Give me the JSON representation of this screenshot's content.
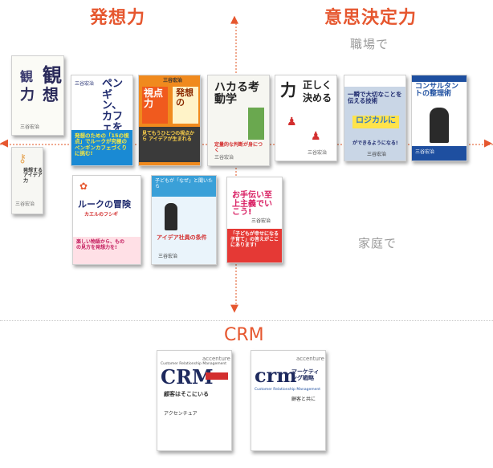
{
  "headings": {
    "hasso": "発想力",
    "ishi": "意思決定力",
    "crm": "CRM"
  },
  "axis_labels": {
    "work": "職場で",
    "home": "家庭で"
  },
  "books": {
    "kanso": {
      "title_a": "観",
      "title_b": "想",
      "title_c": "力",
      "sub": "三谷宏治"
    },
    "hasso_aidea": {
      "title": "発想する アイデア力",
      "sub": "三谷宏治"
    },
    "penguin": {
      "title": "ペンギン、カフェをつくる",
      "banner": "発想のための「15の視点」でルークが究極のペンギンカフェづくりに挑む!",
      "sub": "三谷宏治"
    },
    "shiten": {
      "title_a": "視点力",
      "title_b": "発想の",
      "banner": "見てもうひとつの視点から アイデアが生まれる",
      "sub": "三谷宏治"
    },
    "hakaru": {
      "title": "ハカる考動学",
      "banner": "定量的な判断が身につく",
      "sub": "三谷宏治"
    },
    "tadashiku": {
      "title_a": "正しく",
      "title_b": "決める",
      "title_c": "力",
      "sub": "三谷宏治"
    },
    "tsutaeru": {
      "title": "一瞬で大切なことを伝える技術",
      "banner": "ロジカルに",
      "banner2": "ができるようになる!",
      "sub": "三谷宏治"
    },
    "consultant": {
      "title": "コンサルタントの整理術",
      "sub": "三谷宏治"
    },
    "luke": {
      "title": "ルークの冒険",
      "subtitle": "カエルのフシギ",
      "banner": "楽しい物語から、ものの見方を発想力を!",
      "sub": "三谷宏治"
    },
    "ideasha": {
      "title": "アイデア社員の条件",
      "banner": "子どもが「なぜ」と聞いたら",
      "sub": "三谷宏治"
    },
    "otetsudai": {
      "title": "お手伝い至上主義でいこう!",
      "banner": "「子どもが幸せになる子育て」の答えがここにあります!",
      "sub": "三谷宏治"
    },
    "crm1": {
      "brand": "accenture",
      "title": "CRM",
      "edition": "顧客はそこにいる",
      "banner": "Customer Relationship Management",
      "sub": "アクセンチュア"
    },
    "crm2": {
      "brand": "accenture",
      "title": "crm",
      "edition": "マーケティング戦略",
      "banner": "Customer Relationship Management",
      "sub": "顧客と共に"
    }
  },
  "colors": {
    "accent": "#e6572f",
    "axis_dots": "#f0a98f",
    "label_gray": "#9a9a9a"
  }
}
